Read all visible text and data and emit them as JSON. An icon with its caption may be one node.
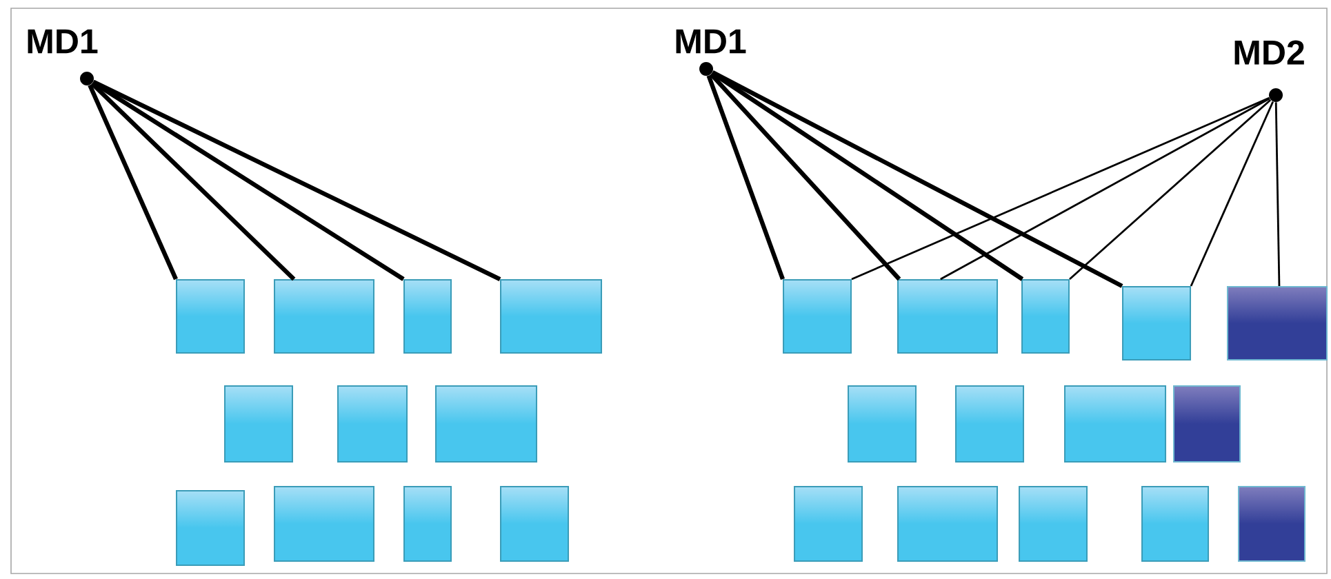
{
  "diagram": {
    "nodes": [
      {
        "text": [
          "MD1"
        ]
      },
      {
        "text": [],
        "shape": "box"
      },
      {
        "text": [],
        "shape": "box"
      },
      {
        "text": [],
        "shape": "box"
      },
      {
        "text": [],
        "shape": "box"
      },
      {
        "text": [],
        "shape": "box"
      },
      {
        "text": [],
        "shape": "box"
      },
      {
        "text": [],
        "shape": "box"
      },
      {
        "text": [],
        "shape": "box"
      },
      {
        "text": [],
        "shape": "box"
      },
      {
        "text": [],
        "shape": "box"
      },
      {
        "text": [],
        "shape": "box"
      },
      {
        "text": [
          "MD1"
        ]
      },
      {
        "text": [
          "MD2"
        ]
      },
      {
        "text": [],
        "shape": "box"
      },
      {
        "text": [],
        "shape": "box"
      },
      {
        "text": [],
        "shape": "box"
      },
      {
        "text": [],
        "shape": "box"
      },
      {
        "text": [],
        "shape": "box"
      },
      {
        "text": [],
        "shape": "box"
      },
      {
        "text": [],
        "shape": "box"
      },
      {
        "text": [],
        "shape": "box"
      },
      {
        "text": [],
        "shape": "box"
      },
      {
        "text": [],
        "shape": "box"
      },
      {
        "text": [],
        "shape": "box"
      },
      {
        "text": [],
        "shape": "box"
      },
      {
        "text": [],
        "shape": "box"
      },
      {
        "text": [],
        "shape": "box"
      }
    ],
    "edges": [
      {
        "from": 0,
        "to": 1,
        "arrow": "none"
      },
      {
        "from": 0,
        "to": 2,
        "arrow": "none"
      },
      {
        "from": 0,
        "to": 3,
        "arrow": "none"
      },
      {
        "from": 0,
        "to": 4,
        "arrow": "none"
      },
      {
        "from": 12,
        "to": 14,
        "arrow": "none"
      },
      {
        "from": 12,
        "to": 15,
        "arrow": "none"
      },
      {
        "from": 12,
        "to": 16,
        "arrow": "none"
      },
      {
        "from": 12,
        "to": 17,
        "arrow": "none"
      },
      {
        "from": 13,
        "to": 14,
        "arrow": "none"
      },
      {
        "from": 13,
        "to": 15,
        "arrow": "none"
      },
      {
        "from": 13,
        "to": 16,
        "arrow": "none"
      },
      {
        "from": 13,
        "to": 17,
        "arrow": "none"
      },
      {
        "from": 13,
        "to": 18,
        "arrow": "none"
      }
    ]
  }
}
